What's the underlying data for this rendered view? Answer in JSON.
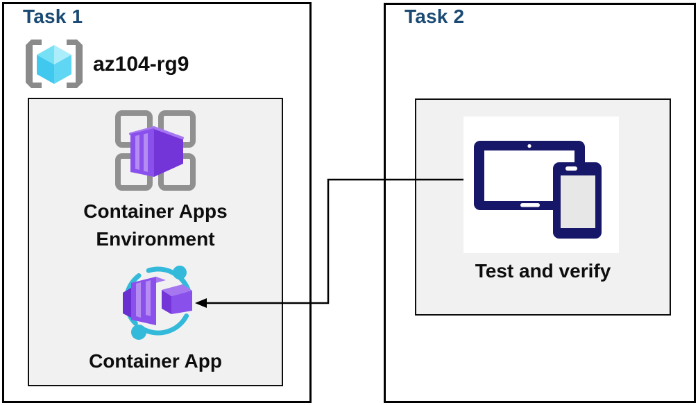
{
  "task1": {
    "title": "Task 1",
    "resource_group_name": "az104-rg9",
    "environment_label_line1": "Container Apps",
    "environment_label_line2": "Environment",
    "container_app_label": "Container App"
  },
  "task2": {
    "title": "Task 2",
    "test_label": "Test and verify"
  },
  "icons": {
    "resource_group": "resource-group-icon",
    "environment": "container-apps-environment-icon",
    "container_app": "container-app-icon",
    "devices": "devices-icon",
    "connector": "arrow-connector"
  },
  "colors": {
    "heading": "#1a4a73",
    "label": "#0d0d0d",
    "panel_bg": "#f1f1f2",
    "box_border": "#000000",
    "connector": "#000000",
    "navy": "#171769",
    "device_screen": "#e7e7e7",
    "cyan": "#33b9da",
    "bracket_gray": "#8a8a8a",
    "square_gray": "#909090",
    "cube_tl": "#76e1f5",
    "cube_tr": "#abedfa",
    "cube_bl": "#41c8ef",
    "cube_br": "#5fd6f3",
    "purple_front": "#8a50ec",
    "purple_side": "#7334d8",
    "purple_stripe": "#b48cf2",
    "purple_top": "#a678f0",
    "purple_flap": "#6a2fd0"
  }
}
